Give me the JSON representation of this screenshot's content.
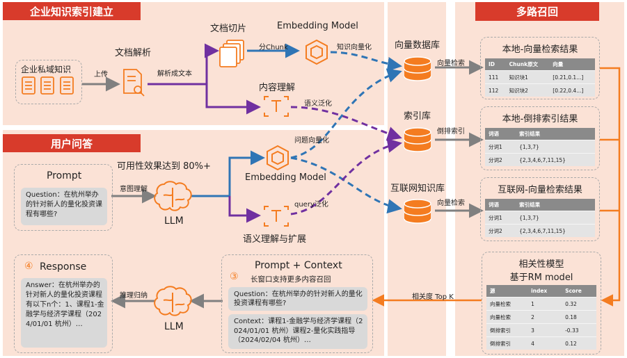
{
  "headers": {
    "index_build": "企业知识索引建立",
    "user_qa": "用户问答",
    "multi_recall": "多路召回"
  },
  "index_flow": {
    "private_knowledge": "企业私域知识",
    "upload": "上传",
    "doc_parse": "文档解析",
    "parse_to_text": "解析成文本",
    "doc_chunk": "文档切片",
    "split_chunk": "分Chunk",
    "embedding_model": "Embedding Model",
    "knowledge_vectorize": "知识向量化",
    "content_understanding": "内容理解",
    "semantic_generalize": "语义泛化"
  },
  "stores": {
    "vector_db": "向量数据库",
    "index_db": "索引库",
    "internet_kb": "互联网知识库",
    "vector_search": "向量检索",
    "inverted_index": "倒排索引",
    "vector_search_2": "向量检索"
  },
  "qa_flow": {
    "prompt_title": "Prompt",
    "prompt_question": "Question：在杭州举办的针对新人的量化投资课程有哪些?",
    "usability": "可用性效果达到 80%+",
    "intent": "意图理解",
    "llm": "LLM",
    "question_vectorize": "问题向量化",
    "embedding_model": "Embedding Model",
    "query_generalize": "query泛化",
    "semantic_expand": "语义理解与扩展",
    "response_num": "④",
    "response_title": "Response",
    "answer": "Answer：在杭州举办的针对新人的量化投资课程有以下n个：1、课程1-金融学与经济学课程（2024/01/01 杭州）…",
    "reasoning": "推理归纳",
    "llm2": "LLM",
    "context_title": "Prompt + Context",
    "context_num": "③",
    "context_sub": "长窗口支持更多内容召回",
    "context_question": "Question：在杭州举办的针对新人的量化投资课程有哪些?",
    "context_text": "Context：课程1-金融学与经济学课程（2024/01/01 杭州）课程2-量化实践指导（2024/02/04 杭州）…",
    "relevance_topk": "相关度 Top K"
  },
  "recall": {
    "local_vector": {
      "title": "本地-向量检索结果",
      "columns": [
        "ID",
        "Chunk原文",
        "向量"
      ],
      "rows": [
        [
          "111",
          "知识块1",
          "[0.21,0.1...]"
        ],
        [
          "112",
          "知识块2",
          "[0.22,0.4...]"
        ]
      ]
    },
    "local_inverted": {
      "title": "本地-倒排索引结果",
      "columns": [
        "词语",
        "索引结果"
      ],
      "rows": [
        [
          "分词1",
          "{1,3,7}"
        ],
        [
          "分词2",
          "{2,3,4,6,7,11,15}"
        ]
      ]
    },
    "internet_vector": {
      "title": "互联网-向量检索结果",
      "columns": [
        "词语",
        "索引结果"
      ],
      "rows": [
        [
          "分词1",
          "{1,3,7}"
        ],
        [
          "分词2",
          "{2,3,4,6,7,11,15}"
        ]
      ]
    },
    "rerank": {
      "title": "相关性模型",
      "subtitle": "基于RM model",
      "columns": [
        "源",
        "index",
        "Score"
      ],
      "rows": [
        [
          "向量检索",
          "1",
          "0.32"
        ],
        [
          "向量检索",
          "2",
          "0.18"
        ],
        [
          "倒排索引",
          "3",
          "-0.33"
        ],
        [
          "倒排索引",
          "4",
          "0.12"
        ]
      ]
    }
  },
  "colors": {
    "header_red": "#d83b2b",
    "panel_bg": "#fbe2d6",
    "orange": "#f47c20",
    "blue": "#2f75b5",
    "purple": "#7030a0",
    "gray_arrow": "#808080"
  }
}
